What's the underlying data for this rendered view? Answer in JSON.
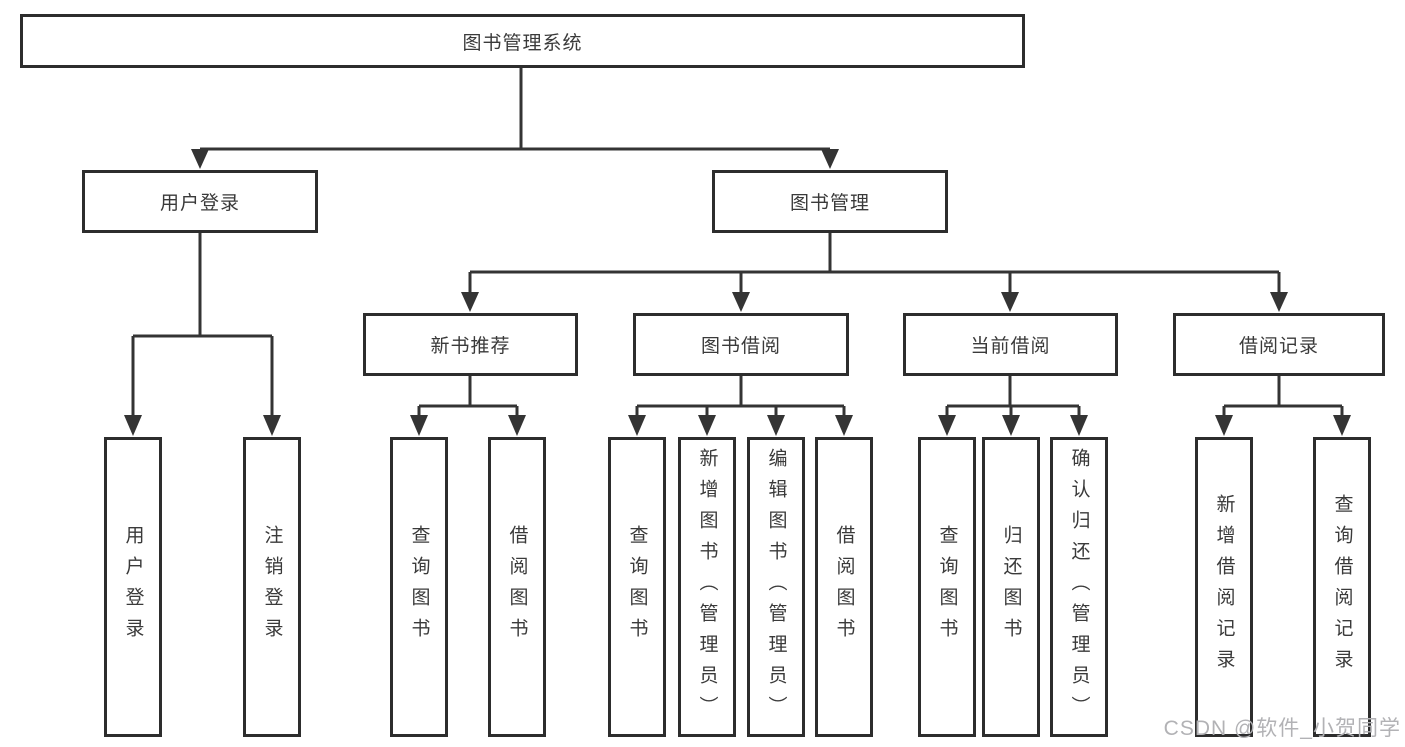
{
  "diagram": {
    "title": "图书管理系统",
    "nodes": {
      "root": "图书管理系统",
      "user_login": "用户登录",
      "book_management": "图书管理",
      "new_book_recommend": "新书推荐",
      "book_borrowing": "图书借阅",
      "current_borrowing": "当前借阅",
      "borrowing_records": "借阅记录",
      "leaf_user_login": "用户登录",
      "leaf_logout": "注销登录",
      "leaf_query_books_recommend": "查询图书",
      "leaf_borrow_books_recommend": "借阅图书",
      "leaf_query_books_borrowing": "查询图书",
      "leaf_add_books_admin": "新增图书（管理员）",
      "leaf_edit_books_admin": "编辑图书（管理员）",
      "leaf_borrow_books_borrowing": "借阅图书",
      "leaf_query_books_current": "查询图书",
      "leaf_return_books": "归还图书",
      "leaf_confirm_return_admin": "确认归还（管理员）",
      "leaf_add_borrow_record": "新增借阅记录",
      "leaf_query_borrow_record": "查询借阅记录"
    },
    "colors": {
      "line": "#343434",
      "box_border": "#2d2d2d",
      "box_fill": "#ffffff",
      "text": "#3a3a3a",
      "watermark": "#b2b2b5",
      "background": "#ffffff"
    },
    "watermark": "CSDN @软件_小贺同学"
  }
}
